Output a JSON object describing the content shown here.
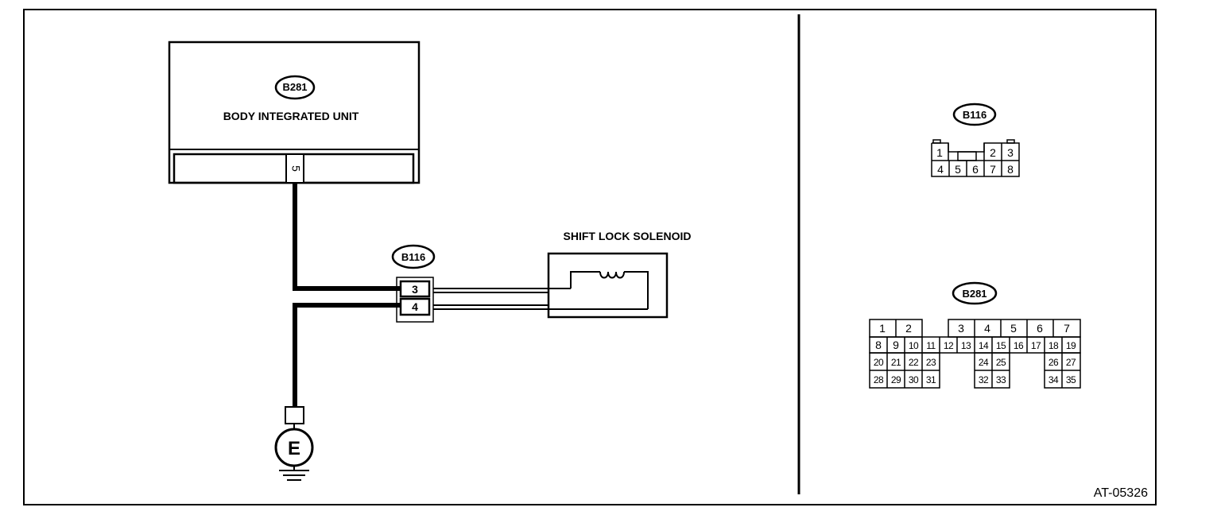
{
  "figure_id": "AT-05326",
  "body_unit": {
    "connector": "B281",
    "label": "BODY INTEGRATED UNIT",
    "pin": "5"
  },
  "junction_connector": {
    "connector": "B116",
    "pins": [
      "3",
      "4"
    ]
  },
  "solenoid": {
    "label": "SHIFT LOCK SOLENOID"
  },
  "ground": {
    "symbol": "E"
  },
  "b116_face": {
    "connector": "B116",
    "top_row": [
      "1",
      "2",
      "3"
    ],
    "bottom_row": [
      "4",
      "5",
      "6",
      "7",
      "8"
    ]
  },
  "b281_face": {
    "connector": "B281",
    "row1": [
      "1",
      "2",
      "3",
      "4",
      "5",
      "6",
      "7"
    ],
    "row2": [
      "8",
      "9",
      "10",
      "11",
      "12",
      "13",
      "14",
      "15",
      "16",
      "17",
      "18",
      "19"
    ],
    "row3": [
      "20",
      "21",
      "22",
      "23",
      "24",
      "25",
      "26",
      "27"
    ],
    "row4": [
      "28",
      "29",
      "30",
      "31",
      "32",
      "33",
      "34",
      "35"
    ]
  }
}
